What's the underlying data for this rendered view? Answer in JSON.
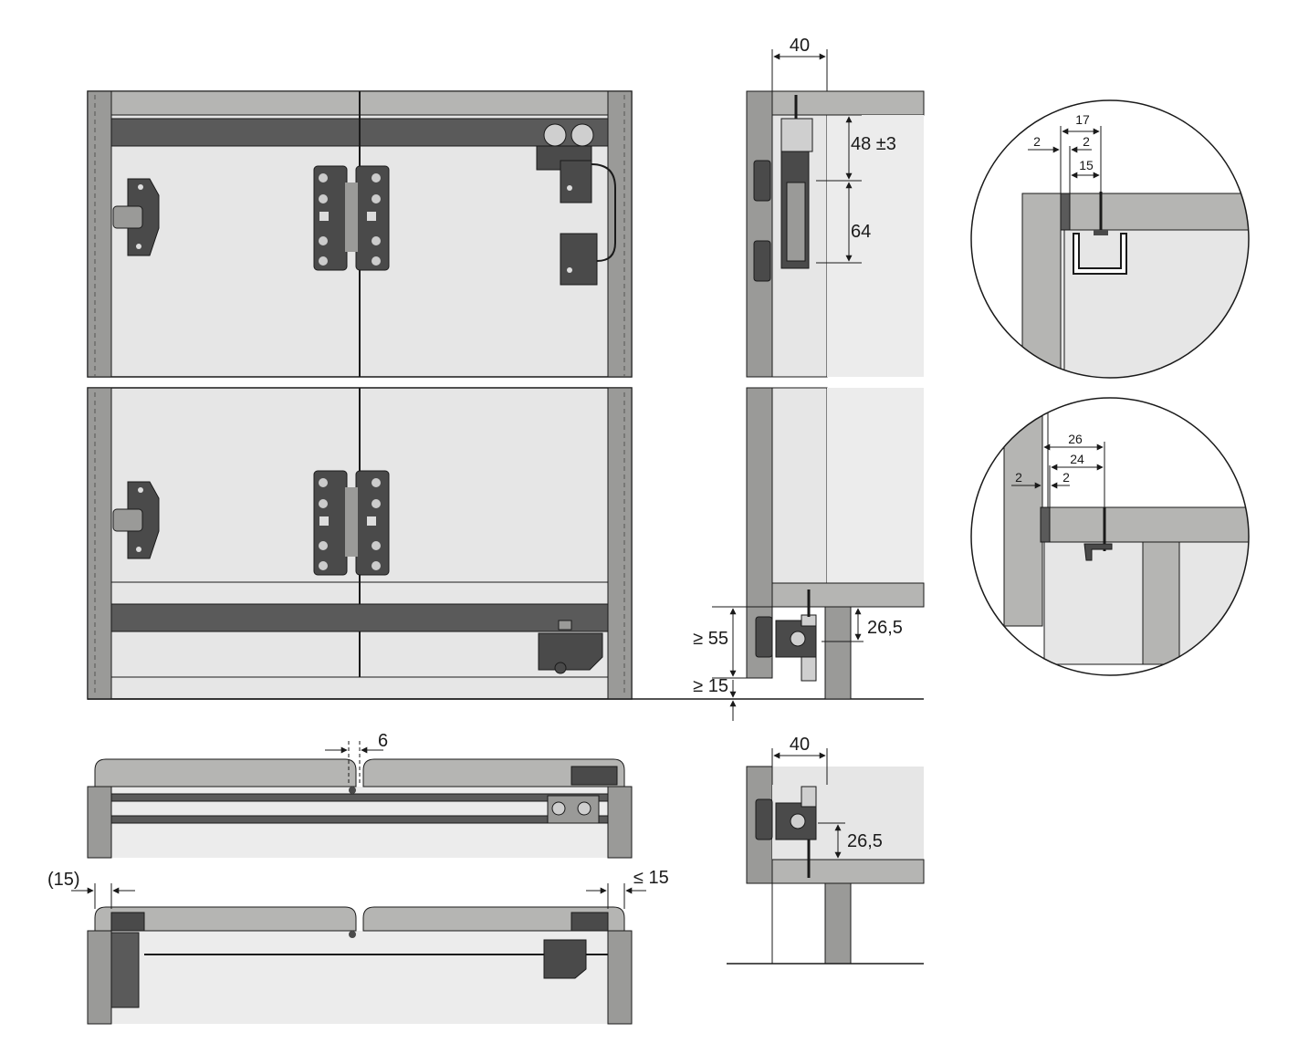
{
  "front_view": {
    "label": "front-elevation-two-door-cabinet"
  },
  "side_section_top": {
    "top_width": "40",
    "height_upper": "48 ±3",
    "height_lower": "64"
  },
  "side_section_bottom": {
    "min_base": "≥ 55",
    "min_floor": "≥ 15",
    "bracket_height": "26,5"
  },
  "plan_closed": {
    "door_gap": "6"
  },
  "plan_open": {
    "left_offset": "(15)",
    "right_offset": "≤ 15"
  },
  "detail_bottom_section": {
    "top_width": "40",
    "bracket_height": "26,5"
  },
  "detail_circle_top": {
    "d17": "17",
    "d2a": "2",
    "d2b": "2",
    "d15": "15"
  },
  "detail_circle_mid": {
    "d26": "26",
    "d24": "24",
    "d2a": "2",
    "d2b": "2"
  },
  "colors": {
    "panel_light": "#e6e6e6",
    "frame_gray": "#9a9a98",
    "track_dark": "#5a5a5a",
    "hardware": "#4a4a4a",
    "line": "#1a1a1a"
  }
}
